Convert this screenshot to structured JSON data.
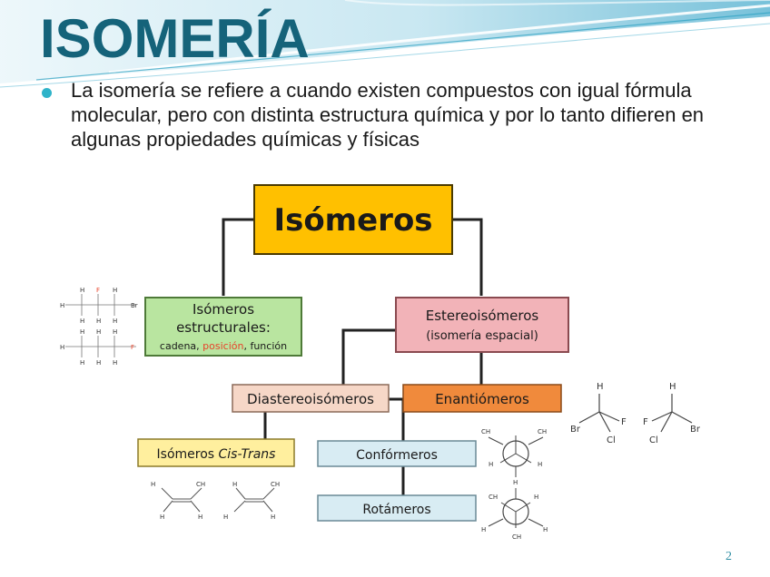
{
  "slide": {
    "title": "ISOMERÍA",
    "bullet": "La isomería se refiere a cuando existen compuestos con igual fórmula molecular, pero con distinta estructura química y por lo tanto difieren en algunas propiedades químicas y físicas",
    "page_number": "2"
  },
  "diagram": {
    "root": "Isómeros",
    "structural": {
      "line1": "Isómeros",
      "line2": "estructurales:",
      "sub_1": "cadena, ",
      "sub_2": "posición",
      "sub_3": ", función"
    },
    "stereo": {
      "line1": "Estereoisómeros",
      "line2": "(isomería espacial)"
    },
    "diastereo": "Diastereoisómeros",
    "enantio": "Enantiómeros",
    "cis_trans_1": "Isómeros ",
    "cis_trans_2": "Cis-Trans",
    "conformeros": "Confórmeros",
    "rotameros": "Rotámeros",
    "atoms": {
      "H": "H",
      "Br": "Br",
      "F": "F",
      "Cl": "Cl",
      "CH3": "CH",
      "H3C": "H",
      "C": "C"
    }
  },
  "colors": {
    "title": "#15637a",
    "root_box": "#ffc000",
    "structural_box": "#b9e5a0",
    "stereo_box": "#f2b3b8",
    "diastereo_box": "#f6d7c7",
    "enantio_box": "#f08a3c",
    "cis_trans_box": "#ffef9e",
    "conformer_box": "#d8ecf3",
    "highlight": "#e8432a"
  }
}
